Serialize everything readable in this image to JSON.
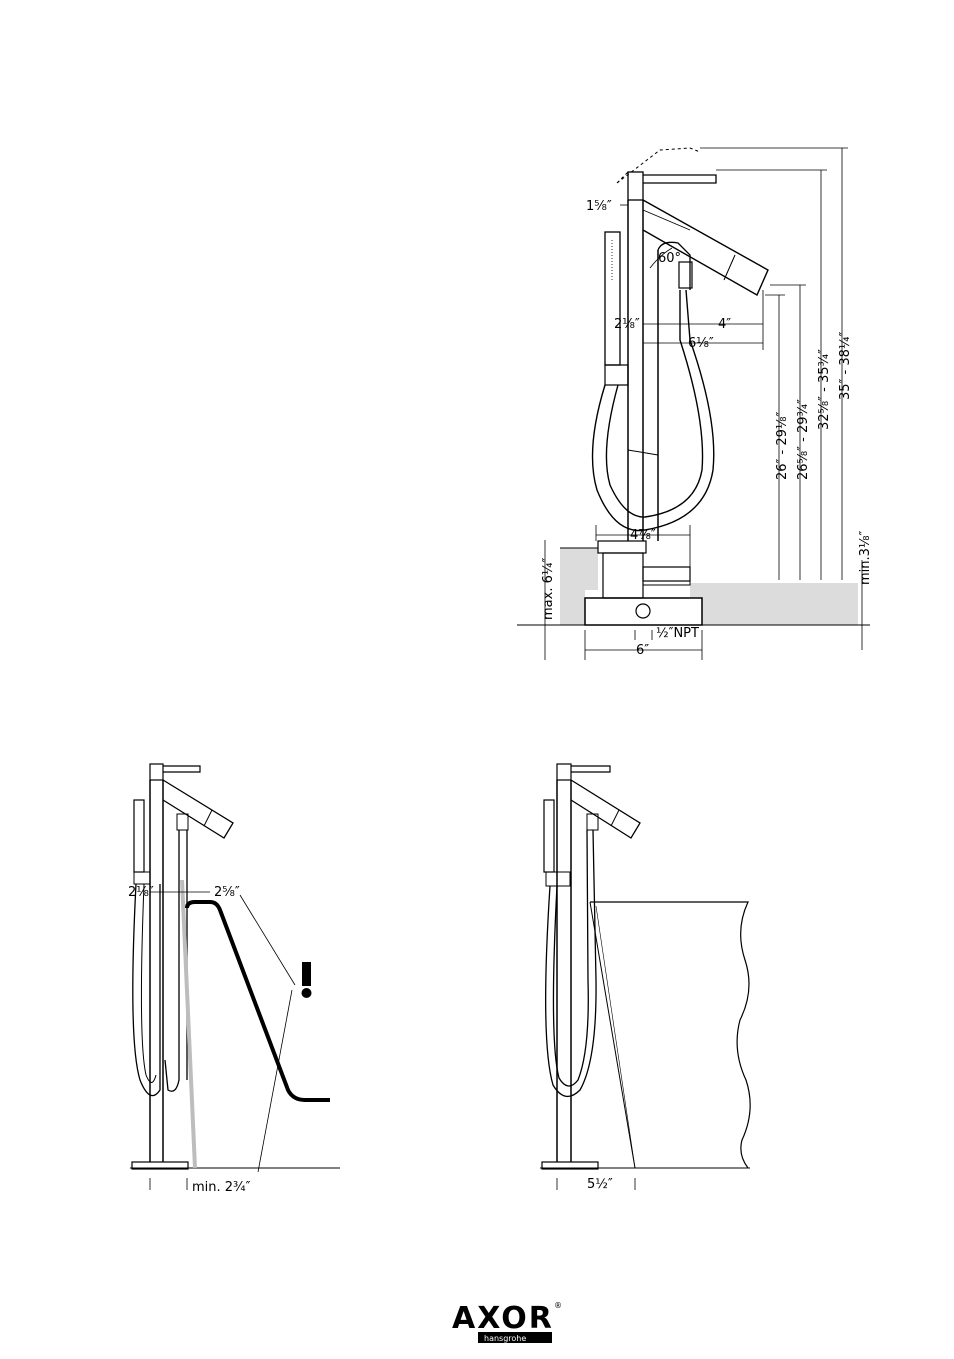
{
  "main_view": {
    "dims": {
      "d_1_5_8": "1⅝″",
      "d_60": "60°",
      "d_2_1_8": "2⅛″",
      "d_4": "4″",
      "d_6_1_8": "6⅛″",
      "d_4_7_8": "4⅞″",
      "d_max_6_1_4": "max. 6¼″",
      "d_npt": "½″NPT",
      "d_6": "6″",
      "h_26": "26″ - 29⅛″",
      "h_26_5_8": "26⅝″ - 29¾″",
      "h_32": "32⅝″ - 35¾″",
      "h_35": "35″ - 38¼″",
      "h_min_3_1_8": "min.3⅛″"
    }
  },
  "left_view": {
    "dims": {
      "d_2_1_8": "2⅛″",
      "d_2_5_8": "2⅝″",
      "d_min_2_3_4": "min. 2¾″"
    },
    "warning": "!"
  },
  "right_view": {
    "dims": {
      "d_5_1_2": "5½″"
    }
  },
  "logo": {
    "brand": "AXOR",
    "sub": "hansgrohe",
    "mark": "®"
  }
}
